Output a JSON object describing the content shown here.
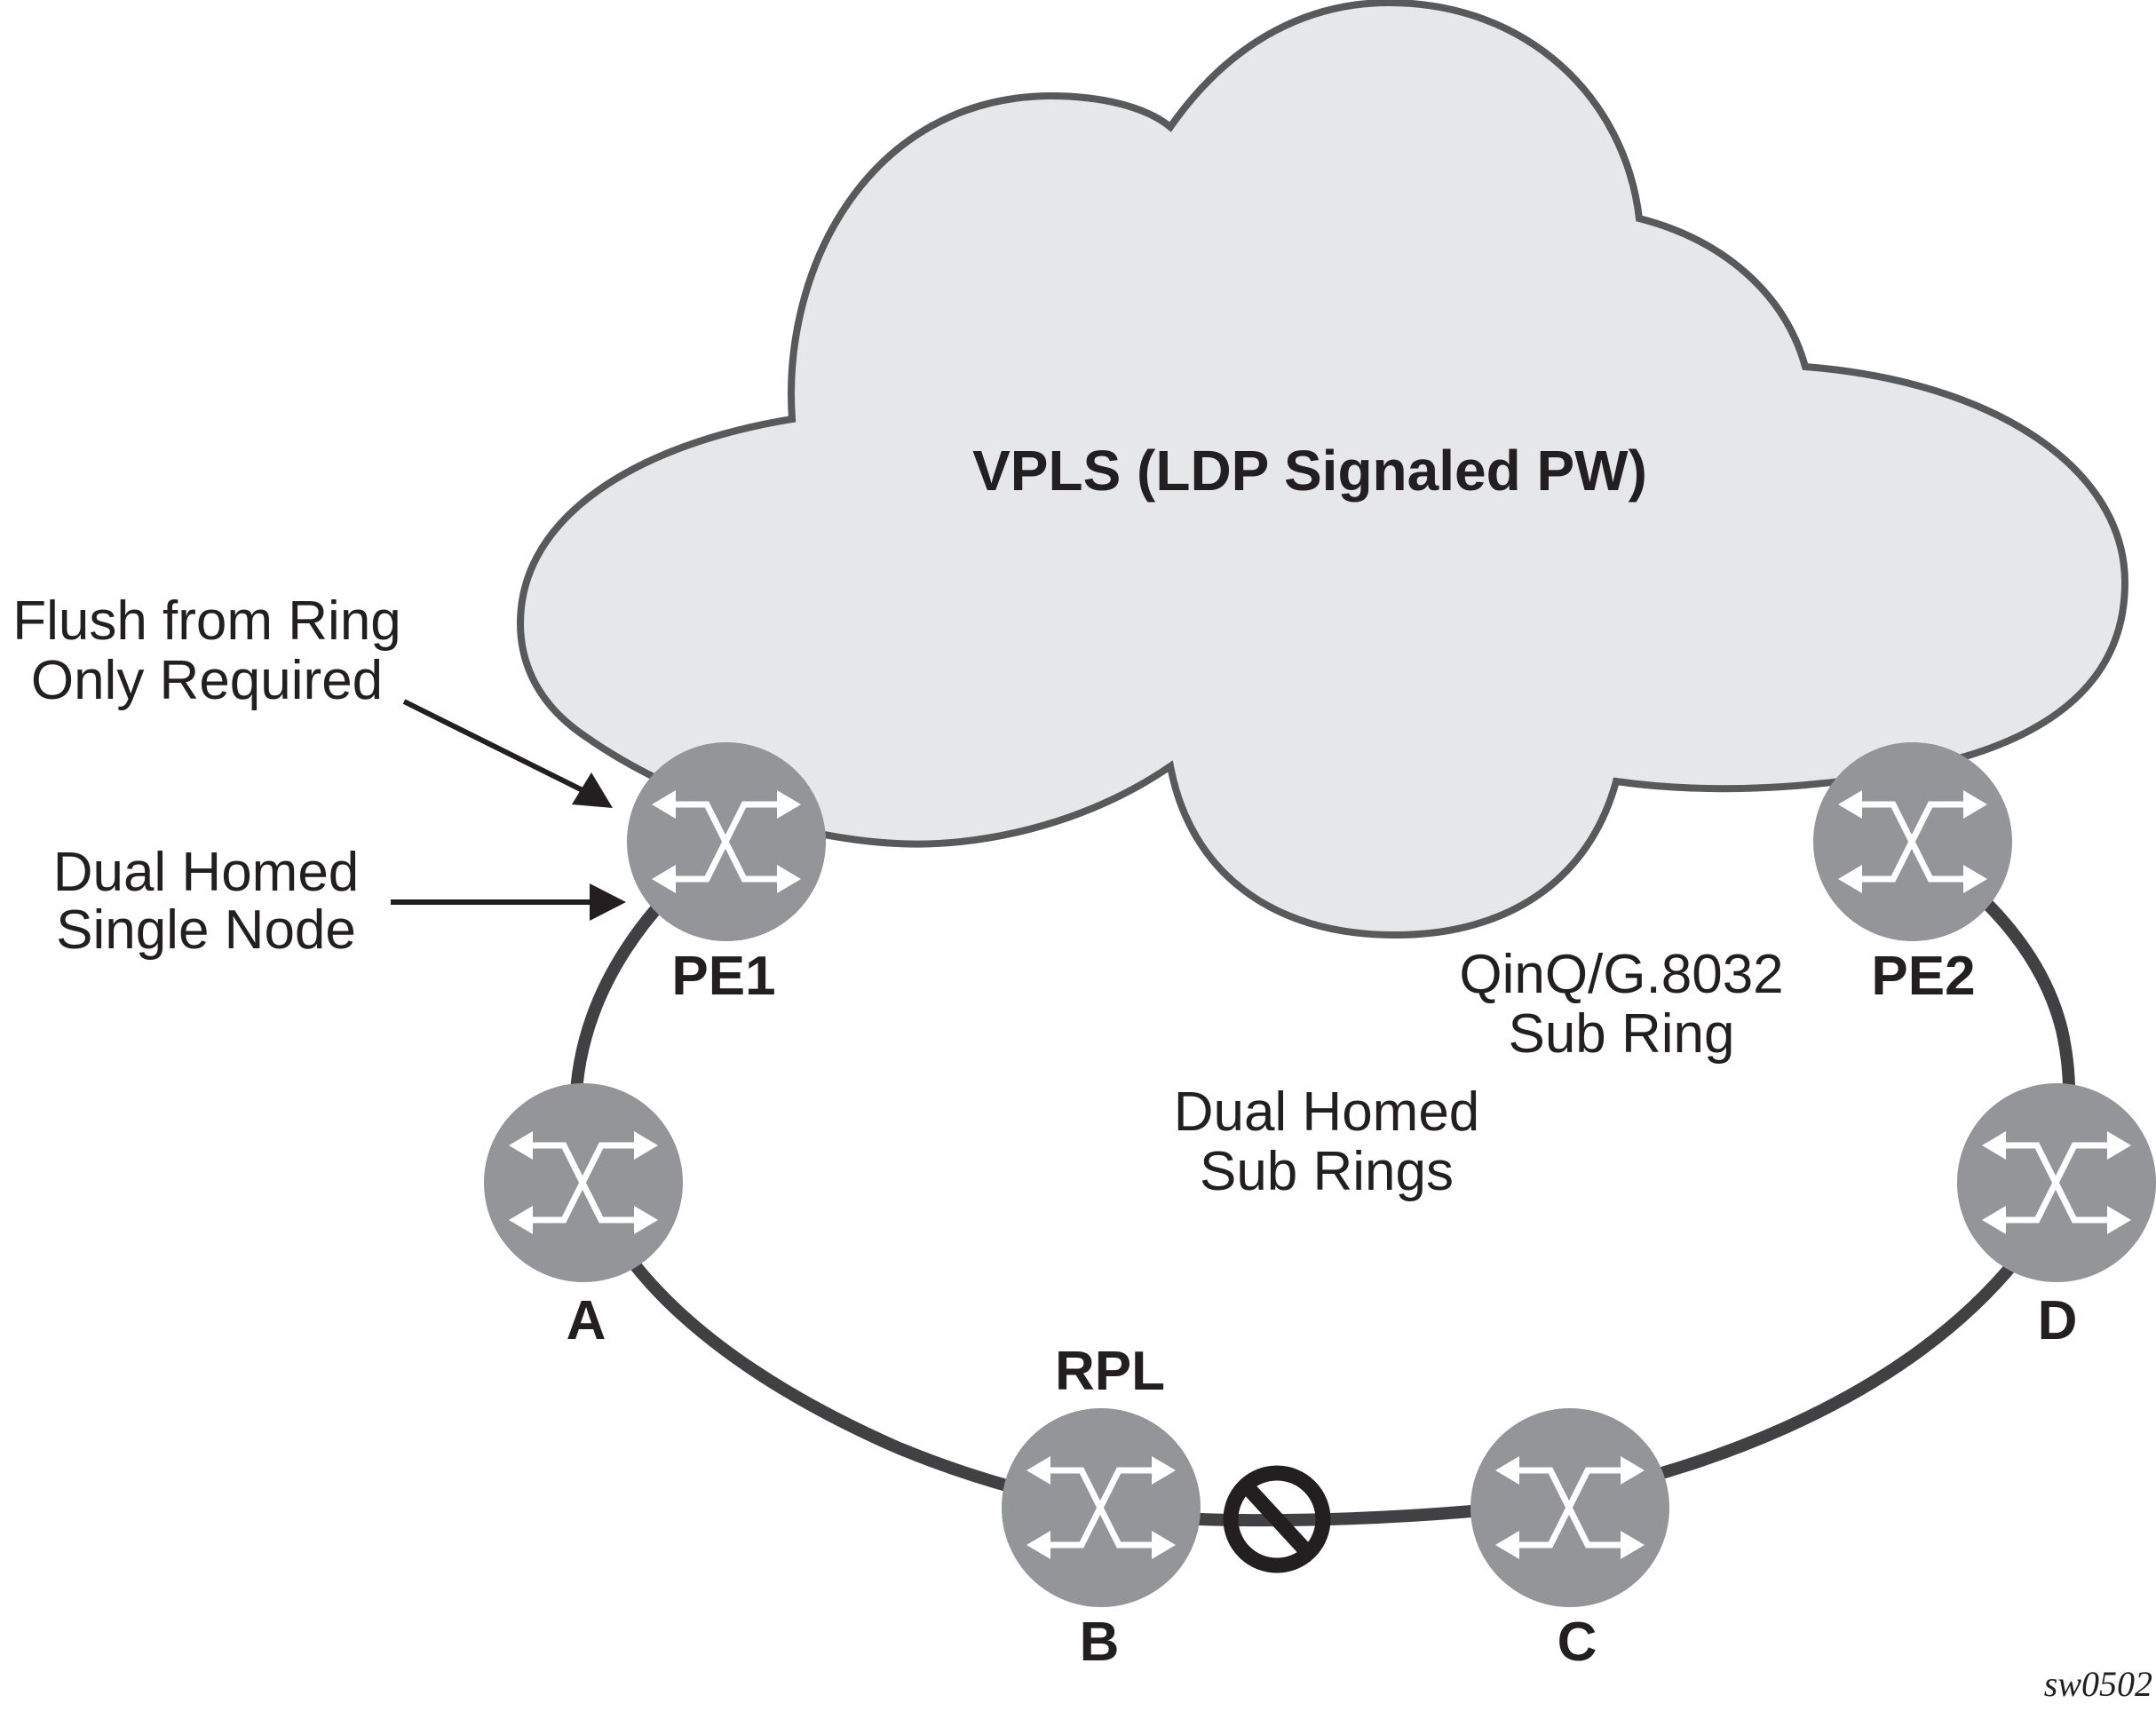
{
  "diagram": {
    "cloud": {
      "title": "VPLS (LDP Signaled PW)",
      "fill_color": "#e6e7e8",
      "stroke_color": "#58595b"
    },
    "ring": {
      "stroke_color": "#414042",
      "label_lines": [
        "QinQ/G.8032",
        "Sub Ring"
      ],
      "center_label_lines": [
        "Dual Homed",
        "Sub Rings"
      ]
    },
    "nodes": [
      {
        "id": "PE1",
        "label": "PE1",
        "icon": "switch-icon"
      },
      {
        "id": "PE2",
        "label": "PE2",
        "icon": "switch-icon"
      },
      {
        "id": "A",
        "label": "A",
        "icon": "switch-icon"
      },
      {
        "id": "B",
        "label": "B",
        "icon": "switch-icon",
        "role_label": "RPL"
      },
      {
        "id": "C",
        "label": "C",
        "icon": "switch-icon"
      },
      {
        "id": "D",
        "label": "D",
        "icon": "switch-icon"
      }
    ],
    "node_color": "#939598",
    "blocked_link": {
      "between": [
        "B",
        "C"
      ],
      "icon": "blocked-icon"
    },
    "annotations": [
      {
        "lines": [
          "Flush from Ring",
          "Only Required"
        ],
        "points_to": "PE1"
      },
      {
        "lines": [
          "Dual Homed",
          "Single Node"
        ],
        "points_to": "PE1"
      }
    ],
    "figure_id": "sw0502"
  }
}
